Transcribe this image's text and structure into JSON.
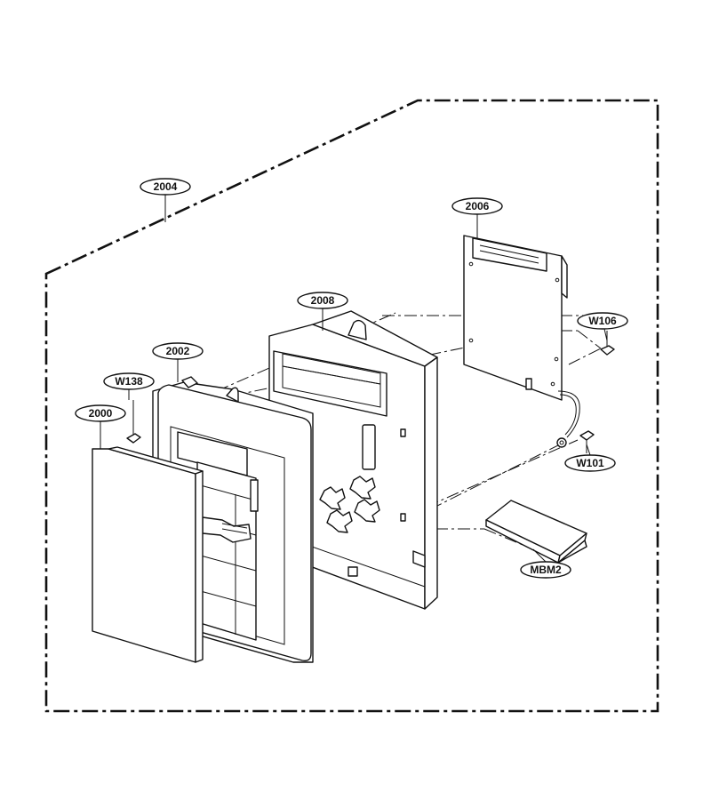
{
  "callouts": {
    "c2000": "2000",
    "c2002": "2002",
    "c2004": "2004",
    "c2006": "2006",
    "c2008": "2008",
    "w138": "W138",
    "w106": "W106",
    "w101": "W101",
    "mbm2": "MBM2"
  }
}
